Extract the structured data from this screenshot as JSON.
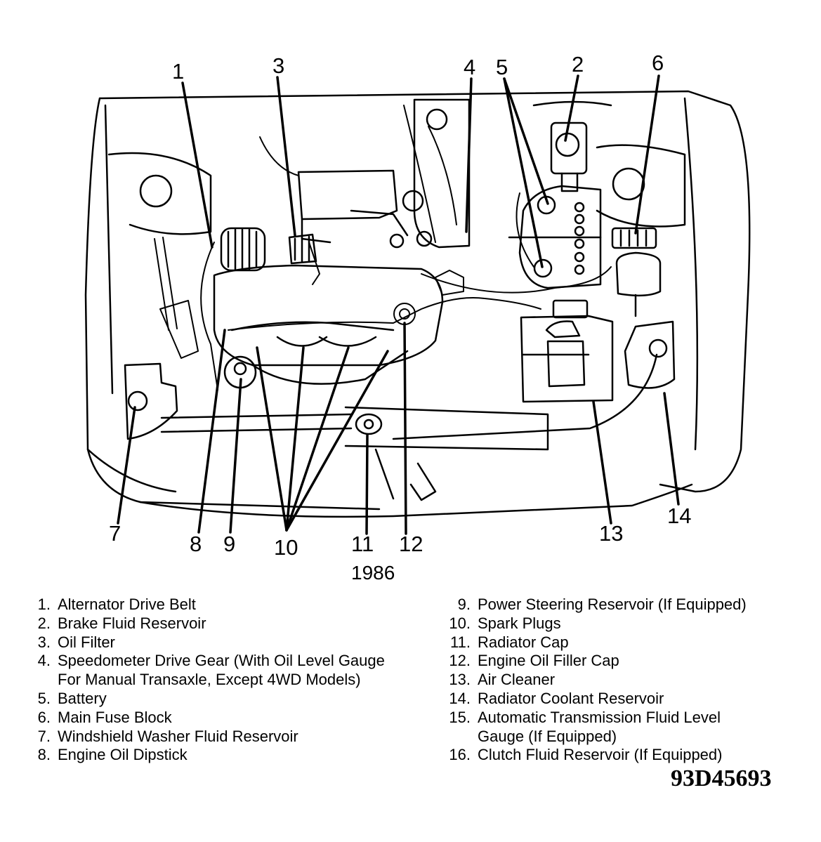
{
  "diagram": {
    "year": "1986",
    "figure_code": "93D45693",
    "callouts": [
      "1",
      "2",
      "3",
      "4",
      "5",
      "6",
      "7",
      "8",
      "9",
      "10",
      "11",
      "12",
      "13",
      "14"
    ]
  },
  "legend": {
    "left": [
      {
        "num": "1.",
        "text": "Alternator Drive Belt"
      },
      {
        "num": "2.",
        "text": "Brake Fluid Reservoir"
      },
      {
        "num": "3.",
        "text": "Oil Filter"
      },
      {
        "num": "4.",
        "text": "Speedometer Drive Gear (With Oil Level Gauge\nFor Manual Transaxle, Except 4WD Models)"
      },
      {
        "num": "5.",
        "text": "Battery"
      },
      {
        "num": "6.",
        "text": "Main Fuse Block"
      },
      {
        "num": "7.",
        "text": "Windshield Washer Fluid Reservoir"
      },
      {
        "num": "8.",
        "text": "Engine Oil Dipstick"
      }
    ],
    "right": [
      {
        "num": "9.",
        "text": "Power Steering Reservoir (If Equipped)"
      },
      {
        "num": "10.",
        "text": "Spark Plugs"
      },
      {
        "num": "11.",
        "text": "Radiator Cap"
      },
      {
        "num": "12.",
        "text": "Engine Oil Filler Cap"
      },
      {
        "num": "13.",
        "text": "Air Cleaner"
      },
      {
        "num": "14.",
        "text": "Radiator Coolant Reservoir"
      },
      {
        "num": "15.",
        "text": "Automatic Transmission Fluid Level\nGauge (If Equipped)"
      },
      {
        "num": "16.",
        "text": "Clutch Fluid Reservoir (If Equipped)"
      }
    ]
  }
}
